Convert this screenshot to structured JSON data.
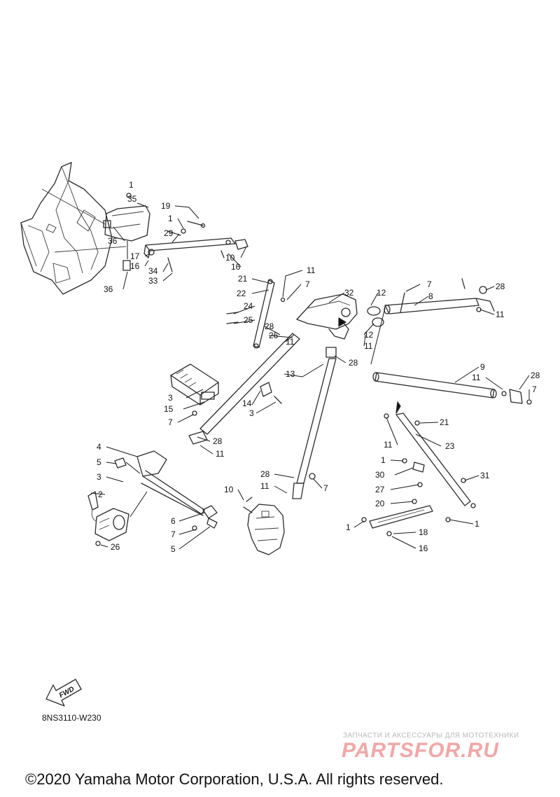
{
  "diagram": {
    "code": "8NS3110-W230",
    "fwd_label": "FWD",
    "callouts": [
      {
        "id": "c1",
        "label": "1"
      },
      {
        "id": "c35",
        "label": "35"
      },
      {
        "id": "c19",
        "label": "19"
      },
      {
        "id": "c1b",
        "label": "1"
      },
      {
        "id": "c29",
        "label": "29"
      },
      {
        "id": "c36",
        "label": "36"
      },
      {
        "id": "c17",
        "label": "17"
      },
      {
        "id": "c16",
        "label": "16"
      },
      {
        "id": "c34",
        "label": "34"
      },
      {
        "id": "c33",
        "label": "33"
      },
      {
        "id": "c10",
        "label": "10"
      },
      {
        "id": "c16b",
        "label": "16"
      },
      {
        "id": "c36b",
        "label": "36"
      },
      {
        "id": "c11",
        "label": "11"
      },
      {
        "id": "c21",
        "label": "21"
      },
      {
        "id": "c7",
        "label": "7"
      },
      {
        "id": "c22",
        "label": "22"
      },
      {
        "id": "c32",
        "label": "32"
      },
      {
        "id": "c12",
        "label": "12"
      },
      {
        "id": "c7b",
        "label": "7"
      },
      {
        "id": "c8",
        "label": "8"
      },
      {
        "id": "c28",
        "label": "28"
      },
      {
        "id": "c24",
        "label": "24"
      },
      {
        "id": "c25",
        "label": "25"
      },
      {
        "id": "c11b",
        "label": "11"
      },
      {
        "id": "c28b",
        "label": "28"
      },
      {
        "id": "c26",
        "label": "26"
      },
      {
        "id": "c12b",
        "label": "12"
      },
      {
        "id": "c11c",
        "label": "11"
      },
      {
        "id": "c11d",
        "label": "11"
      },
      {
        "id": "c28c",
        "label": "28"
      },
      {
        "id": "c13",
        "label": "13"
      },
      {
        "id": "c9",
        "label": "9"
      },
      {
        "id": "c11e",
        "label": "11"
      },
      {
        "id": "c28d",
        "label": "28"
      },
      {
        "id": "c7c",
        "label": "7"
      },
      {
        "id": "c3",
        "label": "3"
      },
      {
        "id": "c15",
        "label": "15"
      },
      {
        "id": "c14",
        "label": "14"
      },
      {
        "id": "c3b",
        "label": "3"
      },
      {
        "id": "c7d",
        "label": "7"
      },
      {
        "id": "c28e",
        "label": "28"
      },
      {
        "id": "c11f",
        "label": "11"
      },
      {
        "id": "c21b",
        "label": "21"
      },
      {
        "id": "c11g",
        "label": "11"
      },
      {
        "id": "c23",
        "label": "23"
      },
      {
        "id": "c4",
        "label": "4"
      },
      {
        "id": "c5",
        "label": "5"
      },
      {
        "id": "c1c",
        "label": "1"
      },
      {
        "id": "c30",
        "label": "30"
      },
      {
        "id": "c31",
        "label": "31"
      },
      {
        "id": "c3c",
        "label": "3"
      },
      {
        "id": "c28f",
        "label": "28"
      },
      {
        "id": "c11h",
        "label": "11"
      },
      {
        "id": "c7e",
        "label": "7"
      },
      {
        "id": "c27",
        "label": "27"
      },
      {
        "id": "c10b",
        "label": "10"
      },
      {
        "id": "c2",
        "label": "2"
      },
      {
        "id": "c20",
        "label": "20"
      },
      {
        "id": "c6",
        "label": "6"
      },
      {
        "id": "c1d",
        "label": "1"
      },
      {
        "id": "c1e",
        "label": "1"
      },
      {
        "id": "c7f",
        "label": "7"
      },
      {
        "id": "c18",
        "label": "18"
      },
      {
        "id": "c5b",
        "label": "5"
      },
      {
        "id": "c16c",
        "label": "16"
      },
      {
        "id": "c26b",
        "label": "26"
      }
    ]
  },
  "watermark": {
    "tagline": "ЗАПЧАСТИ И АКСЕССУАРЫ ДЛЯ МОТОТЕХНИКИ",
    "logo": "PARTSFOR.RU"
  },
  "footer": {
    "copyright": "©2020 Yamaha Motor Corporation, U.S.A. All rights reserved."
  }
}
